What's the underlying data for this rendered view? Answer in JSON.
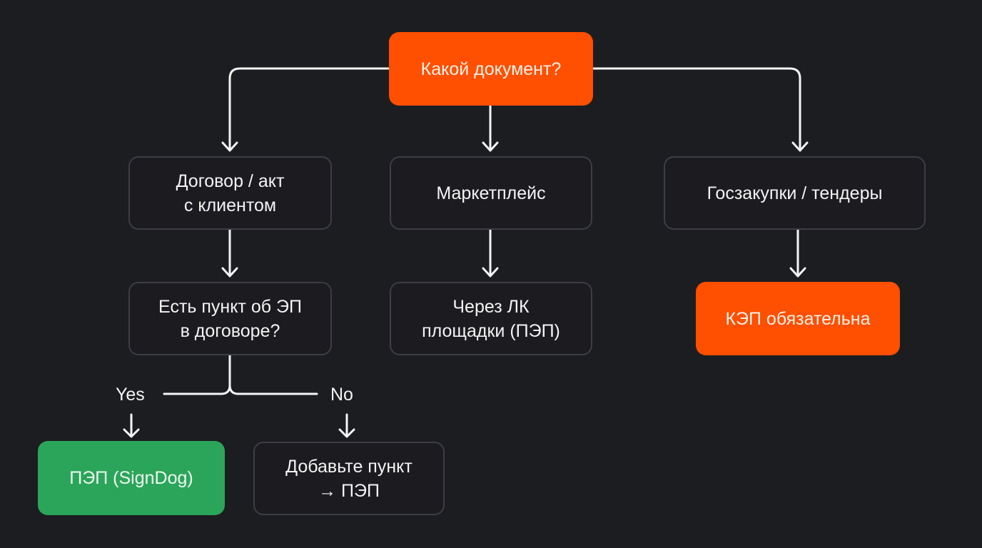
{
  "diagram": {
    "type": "flowchart",
    "colors": {
      "background": "#1c1d21",
      "accent": "#ff4f00",
      "success": "#2ba55a",
      "node_border": "#3d3d46",
      "connector": "#f5f5f5"
    },
    "nodes": {
      "root": {
        "label": "Какой документ?",
        "style": "accent"
      },
      "contract": {
        "label": "Договор / акт\nс клиентом",
        "style": "neutral"
      },
      "marketplace": {
        "label": "Маркетплейс",
        "style": "neutral"
      },
      "tenders": {
        "label": "Госзакупки / тендеры",
        "style": "neutral"
      },
      "clause_question": {
        "label": "Есть пункт об ЭП\nв договоре?",
        "style": "neutral"
      },
      "platform_pep": {
        "label": "Через ЛК\nплощадки (ПЭП)",
        "style": "neutral"
      },
      "kep_required": {
        "label": "КЭП обязательна",
        "style": "accent"
      },
      "pep_signdog": {
        "label": "ПЭП (SignDog)",
        "style": "success"
      },
      "add_clause": {
        "label": "Добавьте пункт\n→ ПЭП",
        "style": "neutral"
      }
    },
    "branch_labels": {
      "yes": "Yes",
      "no": "No"
    },
    "edges": [
      {
        "from": "root",
        "to": "contract"
      },
      {
        "from": "root",
        "to": "marketplace"
      },
      {
        "from": "root",
        "to": "tenders"
      },
      {
        "from": "contract",
        "to": "clause_question"
      },
      {
        "from": "marketplace",
        "to": "platform_pep"
      },
      {
        "from": "tenders",
        "to": "kep_required"
      },
      {
        "from": "clause_question",
        "to": "pep_signdog",
        "label": "Yes"
      },
      {
        "from": "clause_question",
        "to": "add_clause",
        "label": "No"
      }
    ]
  }
}
